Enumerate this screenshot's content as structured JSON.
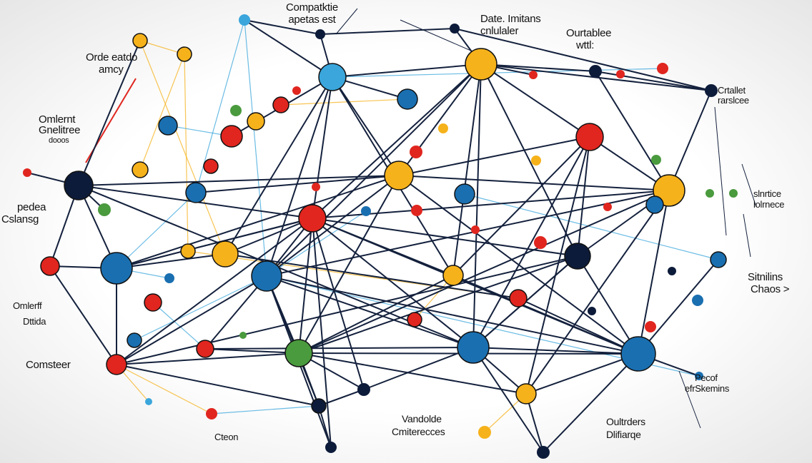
{
  "colors": {
    "navy": "#0d1b3a",
    "blue": "#1a6fb0",
    "lightblue": "#3aa6dc",
    "yellow": "#f6b21b",
    "red": "#e0261f",
    "green": "#4a9a3e",
    "edge": "#14213d"
  },
  "labels": [
    {
      "lines": [
        "Compatktie",
        "apetas est"
      ]
    },
    {
      "lines": [
        "Date. Imitans",
        "cnlulaler"
      ]
    },
    {
      "lines": [
        "Ourtablee",
        "wttl:"
      ]
    },
    {
      "lines": [
        "Orde eatdo",
        "amcy"
      ]
    },
    {
      "lines": [
        "Omlernt",
        "Gnelitree",
        "dooos"
      ]
    },
    {
      "lines": [
        "pedea",
        "Cslansg"
      ]
    },
    {
      "lines": [
        "Crtallet",
        "rarslcee"
      ]
    },
    {
      "lines": [
        "slnrtice",
        "lolrnece"
      ]
    },
    {
      "lines": [
        "Omlerff",
        "Dttida"
      ]
    },
    {
      "lines": [
        "Sitnilins",
        "Chaos >"
      ]
    },
    {
      "lines": [
        "Comsteer"
      ]
    },
    {
      "lines": [
        "Pecof",
        "efrSkemins"
      ]
    },
    {
      "lines": [
        "Vandolde",
        "Cmiterecces"
      ]
    },
    {
      "lines": [
        "Oultrders",
        "Dlifiarqe"
      ]
    },
    {
      "lines": [
        "Cteon"
      ]
    }
  ]
}
